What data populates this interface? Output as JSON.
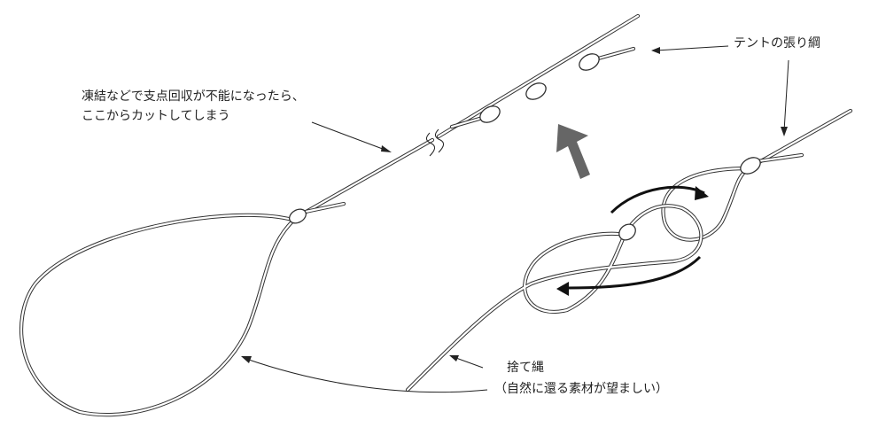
{
  "labels": {
    "cut_note_line1": "凍結などで支点回収が不能になったら、",
    "cut_note_line2": "ここからカットしてしまう",
    "guy_line": "テントの張り綱",
    "sacrificial_line": "捨て縄",
    "sacrificial_note": "（自然に還る素材が望ましい）"
  },
  "colors": {
    "rope": "#333333",
    "direction_arrow": "#666666",
    "motion_arrow": "#111111"
  }
}
